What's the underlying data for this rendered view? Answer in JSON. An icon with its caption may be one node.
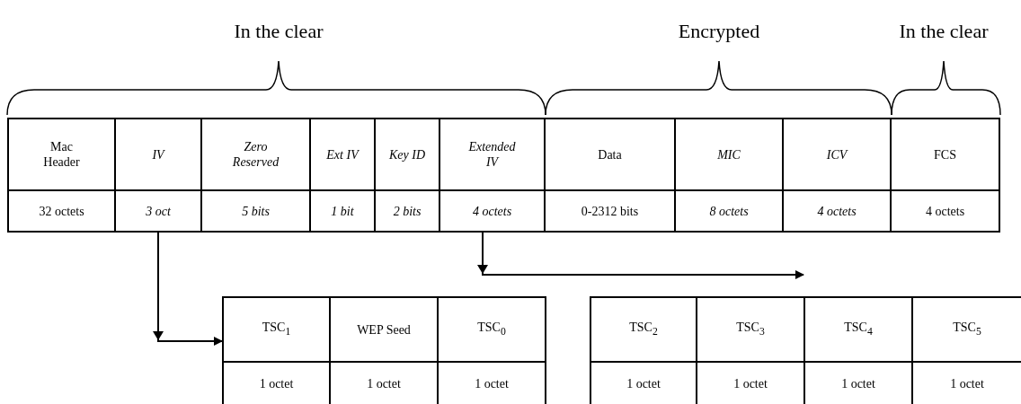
{
  "diagram": {
    "nodes": [
      {
        "text": [
          "Mac Header",
          "32 octets"
        ]
      },
      {
        "text": [
          "IV",
          "3 oct"
        ]
      },
      {
        "text": [
          "Zero Reserved",
          "5 bits"
        ]
      },
      {
        "text": [
          "Ext IV",
          "1 bit"
        ]
      },
      {
        "text": [
          "Key ID",
          "2 bits"
        ]
      },
      {
        "text": [
          "Extended IV",
          "4 octets"
        ]
      },
      {
        "text": [
          "Data",
          "0-2312 bits"
        ]
      },
      {
        "text": [
          "MIC",
          "8 octets"
        ]
      },
      {
        "text": [
          "ICV",
          "4 octets"
        ]
      },
      {
        "text": [
          "FCS",
          "4 octets"
        ]
      },
      {
        "text": [
          "TSC$_{1}$",
          "1 octet"
        ]
      },
      {
        "text": [
          "WEP Seed",
          "1 octet"
        ]
      },
      {
        "text": [
          "TSC$_{0}$",
          "1 octet"
        ]
      },
      {
        "text": [
          "TSC$_{2}$",
          "1 octet"
        ]
      },
      {
        "text": [
          "TSC$_{3}$",
          "1 octet"
        ]
      },
      {
        "text": [
          "TSC$_{4}$",
          "1 octet"
        ]
      },
      {
        "text": [
          "TSC$_{5}$",
          "1 octet"
        ]
      }
    ],
    "edges": [
      {
        "from": 1,
        "to": 10,
        "arrow": "to"
      },
      {
        "from": 5,
        "to": 15,
        "arrow": "to"
      }
    ],
    "labels": [
      "In the clear",
      "Encrypted",
      "In the clear"
    ]
  }
}
